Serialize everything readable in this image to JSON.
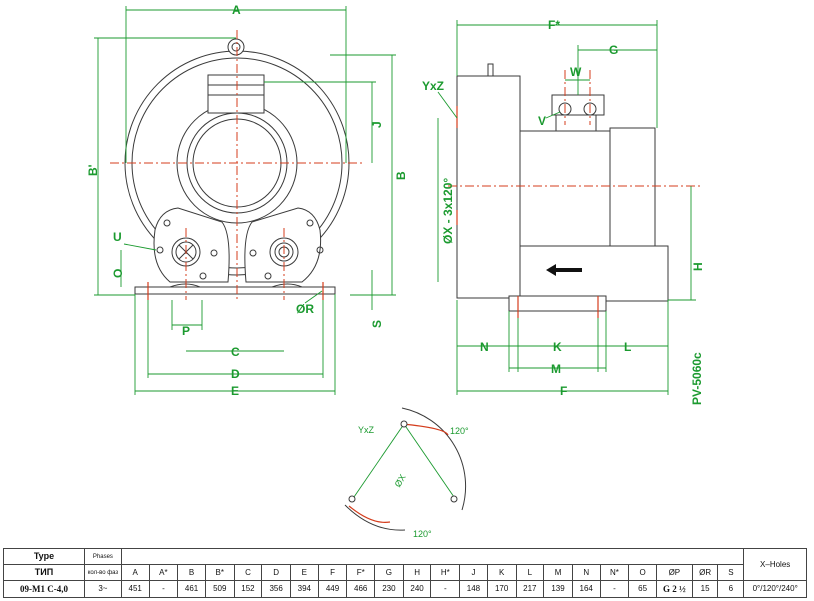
{
  "drawing": {
    "front_labels": [
      "A",
      "B",
      "B'",
      "C",
      "D",
      "E",
      "J",
      "O",
      "P",
      "U",
      "S",
      "ØR"
    ],
    "side_labels": [
      "F*",
      "G",
      "W",
      "V",
      "YxZ",
      "ØX - 3x120°",
      "H",
      "N",
      "K",
      "L",
      "M",
      "F"
    ],
    "code": "PV-5060c",
    "detail": {
      "yxz": "YxZ",
      "x": "ØX",
      "angle_top": "120°",
      "angle_bottom": "120°"
    }
  },
  "table": {
    "col_type": "Type",
    "col_tip": "ТИП",
    "col_phases": "Phases",
    "col_phases_ru": "кол-во фаз",
    "col_xholes": "X–Holes",
    "headers": [
      "A",
      "A*",
      "B",
      "B*",
      "C",
      "D",
      "E",
      "F",
      "F*",
      "G",
      "H",
      "H*",
      "J",
      "K",
      "L",
      "M",
      "N",
      "N*",
      "O",
      "ØP",
      "ØR",
      "S"
    ],
    "row": {
      "model": "09-M1 C-4,0",
      "phases": "3~",
      "values": [
        "451",
        "-",
        "461",
        "509",
        "152",
        "356",
        "394",
        "449",
        "466",
        "230",
        "240",
        "-",
        "148",
        "170",
        "217",
        "139",
        "164",
        "-",
        "65",
        "G 2 ½",
        "15",
        "6"
      ],
      "xholes": "0°/120°/240°"
    }
  }
}
